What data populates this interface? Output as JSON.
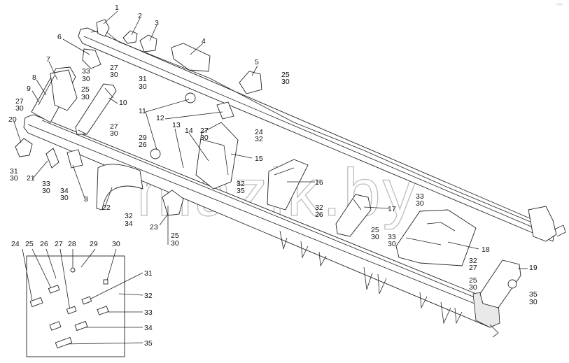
{
  "watermark": "mazik.by",
  "corner_logo": "ᵐᵃᶻ",
  "callouts": [
    {
      "id": "c1",
      "text": "1"
    },
    {
      "id": "c2",
      "text": "2"
    },
    {
      "id": "c3",
      "text": "3"
    },
    {
      "id": "c4",
      "text": "4"
    },
    {
      "id": "c5",
      "text": "5"
    },
    {
      "id": "c6",
      "text": "6"
    },
    {
      "id": "c7",
      "text": "7"
    },
    {
      "id": "c8",
      "text": "8"
    },
    {
      "id": "c9",
      "text": "9"
    },
    {
      "id": "c10",
      "text": "10"
    },
    {
      "id": "c11",
      "text": "11"
    },
    {
      "id": "c12",
      "text": "12"
    },
    {
      "id": "c13",
      "text": "13"
    },
    {
      "id": "c14",
      "text": "14"
    },
    {
      "id": "c15",
      "text": "15"
    },
    {
      "id": "c16",
      "text": "16"
    },
    {
      "id": "c17",
      "text": "17"
    },
    {
      "id": "c18",
      "text": "18"
    },
    {
      "id": "c19",
      "text": "19"
    },
    {
      "id": "c20",
      "text": "20"
    },
    {
      "id": "c21",
      "text": "21"
    },
    {
      "id": "c22",
      "text": "22"
    },
    {
      "id": "c23",
      "text": "23"
    },
    {
      "id": "c3b",
      "text": "3"
    },
    {
      "id": "f33_30_a",
      "text": "33"
    },
    {
      "id": "f33_30_a2",
      "text": "30"
    },
    {
      "id": "f27_30_a",
      "text": "27"
    },
    {
      "id": "f27_30_a2",
      "text": "30"
    },
    {
      "id": "f31_30_a",
      "text": "31"
    },
    {
      "id": "f31_30_a2",
      "text": "30"
    },
    {
      "id": "f25_30_a",
      "text": "25"
    },
    {
      "id": "f25_30_a2",
      "text": "30"
    },
    {
      "id": "f25_30_b",
      "text": "25"
    },
    {
      "id": "f25_30_b2",
      "text": "30"
    },
    {
      "id": "f27_30_b",
      "text": "27"
    },
    {
      "id": "f27_30_b2",
      "text": "30"
    },
    {
      "id": "f27_30_c",
      "text": "27"
    },
    {
      "id": "f27_30_c2",
      "text": "30"
    },
    {
      "id": "f27_30_d",
      "text": "27"
    },
    {
      "id": "f27_30_d2",
      "text": "30"
    },
    {
      "id": "f29_26",
      "text": "29"
    },
    {
      "id": "f29_262",
      "text": "26"
    },
    {
      "id": "f24_32",
      "text": "24"
    },
    {
      "id": "f24_322",
      "text": "32"
    },
    {
      "id": "f31_30_b",
      "text": "31"
    },
    {
      "id": "f31_30_b2",
      "text": "30"
    },
    {
      "id": "f33_30_b",
      "text": "33"
    },
    {
      "id": "f33_30_b2",
      "text": "30"
    },
    {
      "id": "f34_30",
      "text": "34"
    },
    {
      "id": "f34_302",
      "text": "30"
    },
    {
      "id": "f32_35",
      "text": "32"
    },
    {
      "id": "f32_352",
      "text": "35"
    },
    {
      "id": "f32_34",
      "text": "32"
    },
    {
      "id": "f32_342",
      "text": "34"
    },
    {
      "id": "f25_30_c",
      "text": "25"
    },
    {
      "id": "f25_30_c2",
      "text": "30"
    },
    {
      "id": "f32_26",
      "text": "32"
    },
    {
      "id": "f32_262",
      "text": "26"
    },
    {
      "id": "f33_30_c",
      "text": "33"
    },
    {
      "id": "f33_30_c2",
      "text": "30"
    },
    {
      "id": "f25_30_d",
      "text": "25"
    },
    {
      "id": "f25_30_d2",
      "text": "30"
    },
    {
      "id": "f33_30_d",
      "text": "33"
    },
    {
      "id": "f33_30_d2",
      "text": "30"
    },
    {
      "id": "f32_27",
      "text": "32"
    },
    {
      "id": "f32_272",
      "text": "27"
    },
    {
      "id": "f25_30_e",
      "text": "25"
    },
    {
      "id": "f25_30_e2",
      "text": "30"
    },
    {
      "id": "f35_30",
      "text": "35"
    },
    {
      "id": "f35_302",
      "text": "30"
    }
  ],
  "legend": {
    "top_labels": [
      "24",
      "25",
      "26",
      "27",
      "28",
      "29",
      "30"
    ],
    "side_labels": [
      "31",
      "32",
      "33",
      "34",
      "35"
    ]
  }
}
